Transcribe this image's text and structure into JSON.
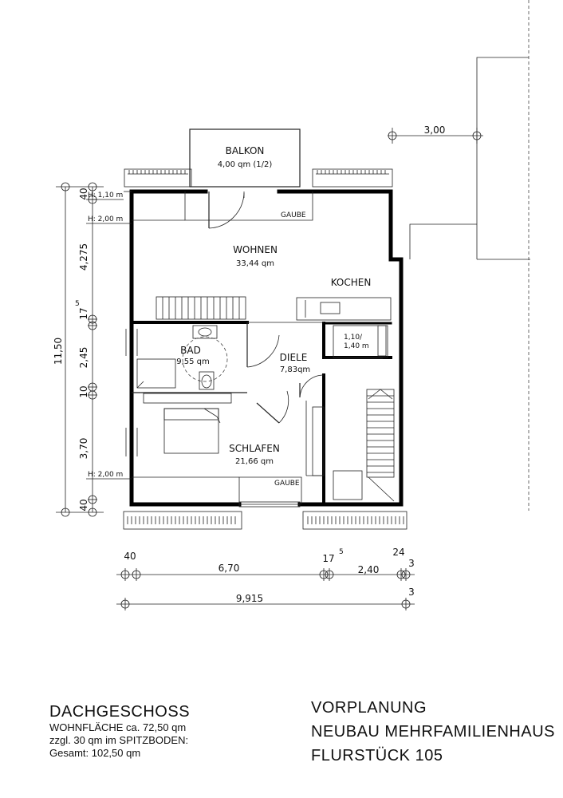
{
  "rooms": {
    "balkon": {
      "name": "BALKON",
      "area": "4,00 qm (1/2)"
    },
    "wohnen": {
      "name": "WOHNEN",
      "area": "33,44 qm"
    },
    "kochen": {
      "name": "KOCHEN"
    },
    "bad": {
      "name": "BAD",
      "area": "9,55 qm"
    },
    "diele": {
      "name": "DIELE",
      "area": "7,83qm"
    },
    "schlafen": {
      "name": "SCHLAFEN",
      "area": "21,66 qm"
    },
    "closet": {
      "line1": "1,10/",
      "line2": "1,40 m"
    }
  },
  "gaube": {
    "top": "GAUBE",
    "bottom": "GAUBE"
  },
  "heights": {
    "h1": "H: 1,10 m",
    "h2": "H: 2,00 m",
    "h3": "H: 2,00 m"
  },
  "dimensions": {
    "vertical_total": "11,50",
    "vertical_parts": [
      "40",
      "4,275",
      "17",
      "5",
      "2,45",
      "10",
      "3,70",
      "40"
    ],
    "top_right": "3,00",
    "bottom_row1": [
      "40",
      "6,70",
      "17",
      "5",
      "2,40",
      "24",
      "3"
    ],
    "bottom_row2": [
      "9,915",
      "3"
    ]
  },
  "footer": {
    "title": "DACHGESCHOSS",
    "lines": [
      "WOHNFLÄCHE ca. 72,50 qm",
      "zzgl. 30 qm im SPITZBODEN:",
      "Gesamt: 102,50 qm"
    ],
    "right": [
      "VORPLANUNG",
      "NEUBAU MEHRFAMILIENHAUS",
      "FLURSTÜCK 105"
    ]
  }
}
